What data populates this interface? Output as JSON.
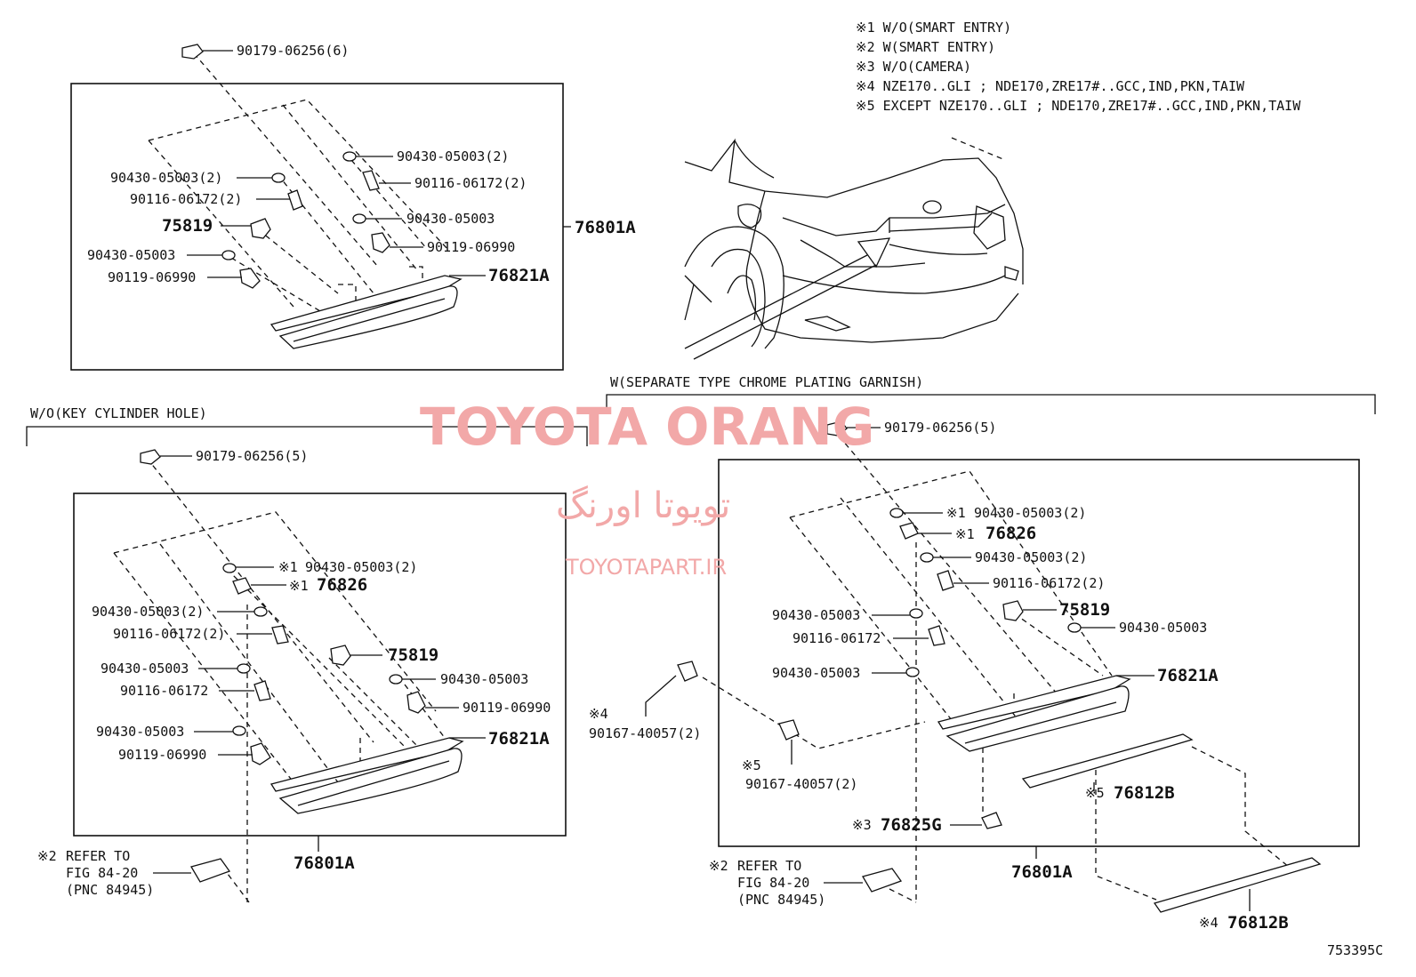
{
  "notes": [
    "※1 W/O(SMART ENTRY)",
    "※2 W(SMART ENTRY)",
    "※3 W/O(CAMERA)",
    "※4  NZE170..GLI ; NDE170,ZRE17#..GCC,IND,PKN,TAIW",
    "※5  EXCEPT NZE170..GLI ; NDE170,ZRE17#..GCC,IND,PKN,TAIW"
  ],
  "sections": {
    "without_key_cylinder": "W/O(KEY CYLINDER HOLE)",
    "separate_garnish": "W(SEPARATE TYPE CHROME PLATING GARNISH)"
  },
  "watermark": {
    "brand": "TOYOTA ORANG",
    "persian": "تویوتا اورنگ",
    "site": "TOYOTAPART.IR"
  },
  "figure_code": "753395C",
  "top_left": {
    "labels": [
      "90179-06256(6)",
      "90430-05003(2)",
      "90116-06172(2)",
      "75819",
      "90430-05003",
      "90119-06990",
      "90430-05003(2)",
      "90116-06172(2)",
      "90430-05003",
      "90119-06990",
      "76821A",
      "76801A"
    ]
  },
  "bottom_left": {
    "labels": [
      "90179-06256(5)",
      "※1",
      "90430-05003(2)",
      "※1",
      "76826",
      "90430-05003(2)",
      "90116-06172(2)",
      "90430-05003",
      "90116-06172",
      "90430-05003",
      "90119-06990",
      "75819",
      "90430-05003",
      "90119-06990",
      "76821A",
      "76801A",
      "※2",
      "REFER TO",
      "FIG 84-20",
      "(PNC 84945)"
    ]
  },
  "bottom_right": {
    "labels": [
      "90179-06256(5)",
      "※1",
      "90430-05003(2)",
      "※1",
      "76826",
      "90430-05003(2)",
      "90116-06172(2)",
      "75819",
      "90430-05003",
      "90430-05003",
      "90116-06172",
      "90430-05003",
      "76821A",
      "※4",
      "90167-40057(2)",
      "※5",
      "90167-40057(2)",
      "※5",
      "76812B",
      "※3",
      "76825G",
      "76801A",
      "※2",
      "REFER TO",
      "FIG 84-20",
      "(PNC 84945)",
      "※4",
      "76812B"
    ]
  }
}
